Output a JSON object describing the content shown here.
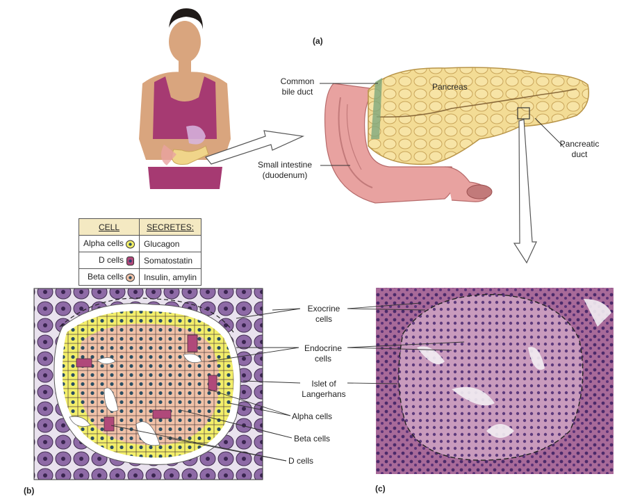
{
  "panels": {
    "a": "(a)",
    "b": "(b)",
    "c": "(c)"
  },
  "labels_a": {
    "common_bile_duct": [
      "Common",
      "bile duct"
    ],
    "pancreas": "Pancreas",
    "pancreatic_duct": [
      "Pancreatic",
      "duct"
    ],
    "small_intestine": [
      "Small intestine",
      "(duodenum)"
    ]
  },
  "cell_table": {
    "headers": [
      "CELL",
      "SECRETES:"
    ],
    "rows": [
      {
        "cell": "Alpha cells",
        "secretes": "Glucagon",
        "icon": "alpha-cell-icon"
      },
      {
        "cell": "D cells",
        "secretes": "Somatostatin",
        "icon": "d-cell-icon"
      },
      {
        "cell": "Beta cells",
        "secretes": "Insulin, amylin",
        "icon": "beta-cell-icon"
      }
    ]
  },
  "labels_bc": {
    "exocrine": [
      "Exocrine",
      "cells"
    ],
    "endocrine": [
      "Endocrine",
      "cells"
    ],
    "islet": [
      "Islet of",
      "Langerhans"
    ],
    "alpha": "Alpha cells",
    "beta": "Beta cells",
    "d": "D cells"
  },
  "colors": {
    "pancreas": "#f0d58a",
    "intestine": "#e8a2a0",
    "alpha_cell": "#f3ef6a",
    "beta_cell": "#f1c2a8",
    "d_cell": "#b0497a",
    "exocrine_cell": "#8e6aa6",
    "micrograph": "#9a5b8e"
  }
}
